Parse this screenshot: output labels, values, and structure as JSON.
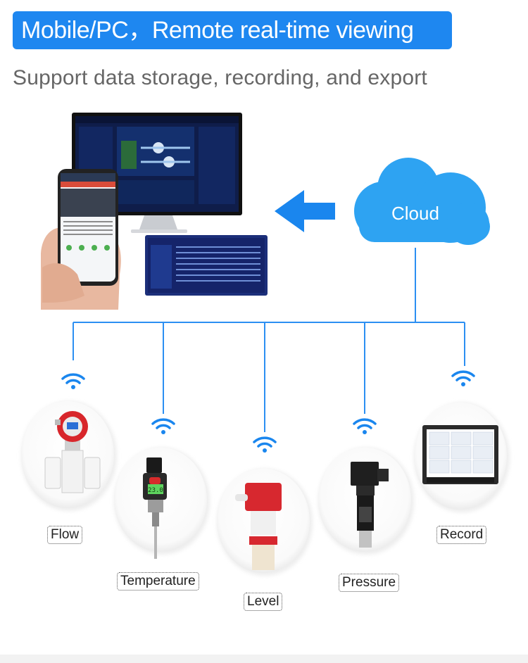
{
  "header": {
    "title": "Mobile/PC，Remote real-time viewing",
    "subtitle": "Support data storage, recording, and export"
  },
  "cloud": {
    "label": "Cloud"
  },
  "devices": [
    {
      "key": "flow",
      "label": "Flow"
    },
    {
      "key": "temperature",
      "label": "Temperature"
    },
    {
      "key": "level",
      "label": "Level"
    },
    {
      "key": "pressure",
      "label": "Pressure"
    },
    {
      "key": "record",
      "label": "Record"
    }
  ],
  "temp_display": "23.0",
  "colors": {
    "accent": "#1e87f0",
    "line": "#2c8ff2",
    "cloud": "#2ea3f2",
    "arrow": "#1a86ee"
  },
  "icons": [
    "wifi-icon",
    "cloud-icon",
    "arrow-left-icon",
    "monitor-icon",
    "phone-icon"
  ]
}
